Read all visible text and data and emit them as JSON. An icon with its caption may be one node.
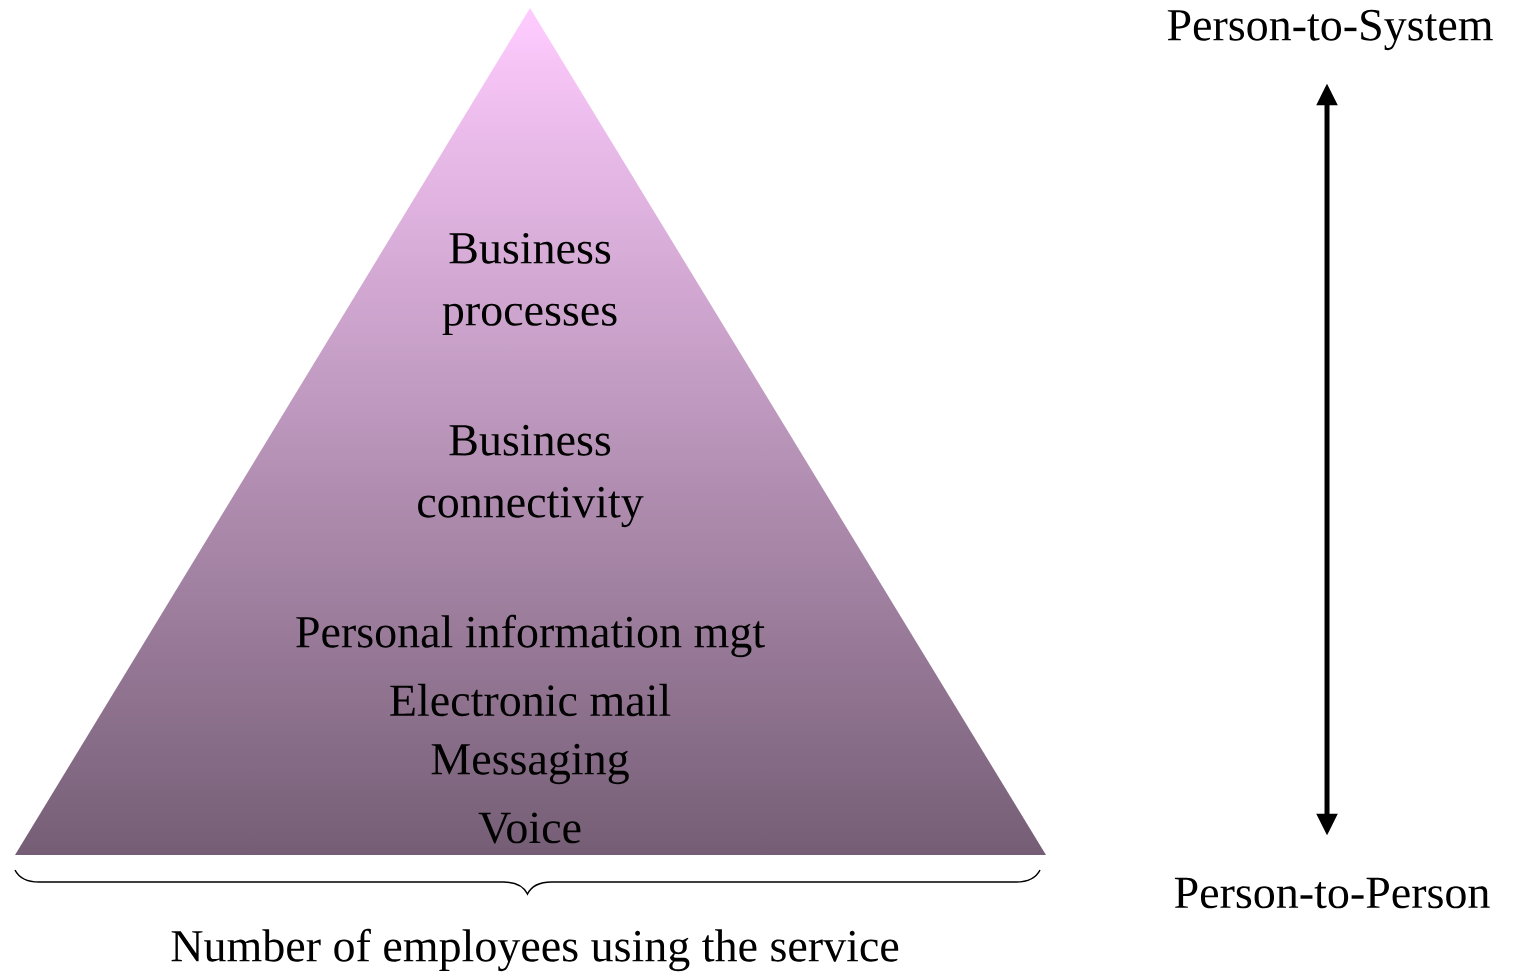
{
  "diagram": {
    "nodes": [
      {
        "text": [
          "Business processes",
          "Business connectivity",
          "Personal information mgt",
          "Electronic mail",
          "Messaging",
          "Voice"
        ]
      },
      {
        "text": [
          "Person-to-System"
        ]
      },
      {
        "text": [
          "Person-to-Person"
        ]
      }
    ],
    "edges": [
      {
        "from": 1,
        "to": 2,
        "arrow": "both"
      }
    ],
    "labels": [
      "Number of employees using the service"
    ]
  }
}
